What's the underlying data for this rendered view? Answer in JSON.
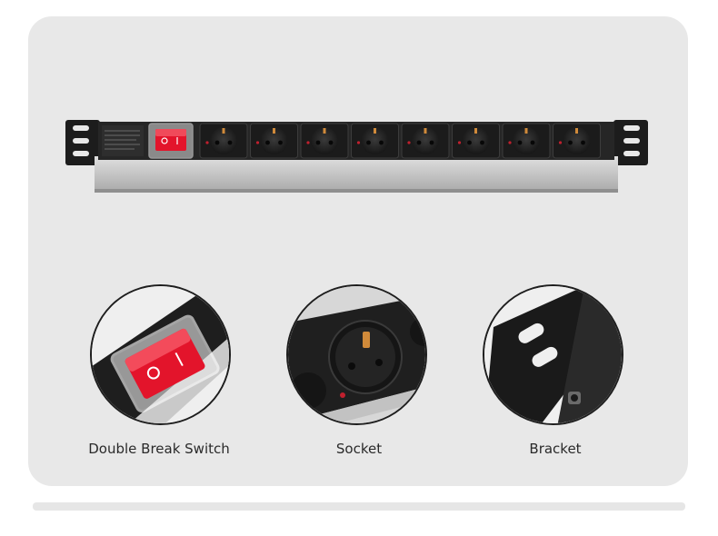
{
  "features": [
    {
      "label": "Double Break Switch",
      "icon": "rocker-switch"
    },
    {
      "label": "Socket",
      "icon": "schuko-socket"
    },
    {
      "label": "Bracket",
      "icon": "mounting-bracket"
    }
  ],
  "product": {
    "socket_count": 8,
    "switch_color": "#e3142b",
    "body_color": "#c8c8c8",
    "panel_color": "#2a2a2a"
  }
}
